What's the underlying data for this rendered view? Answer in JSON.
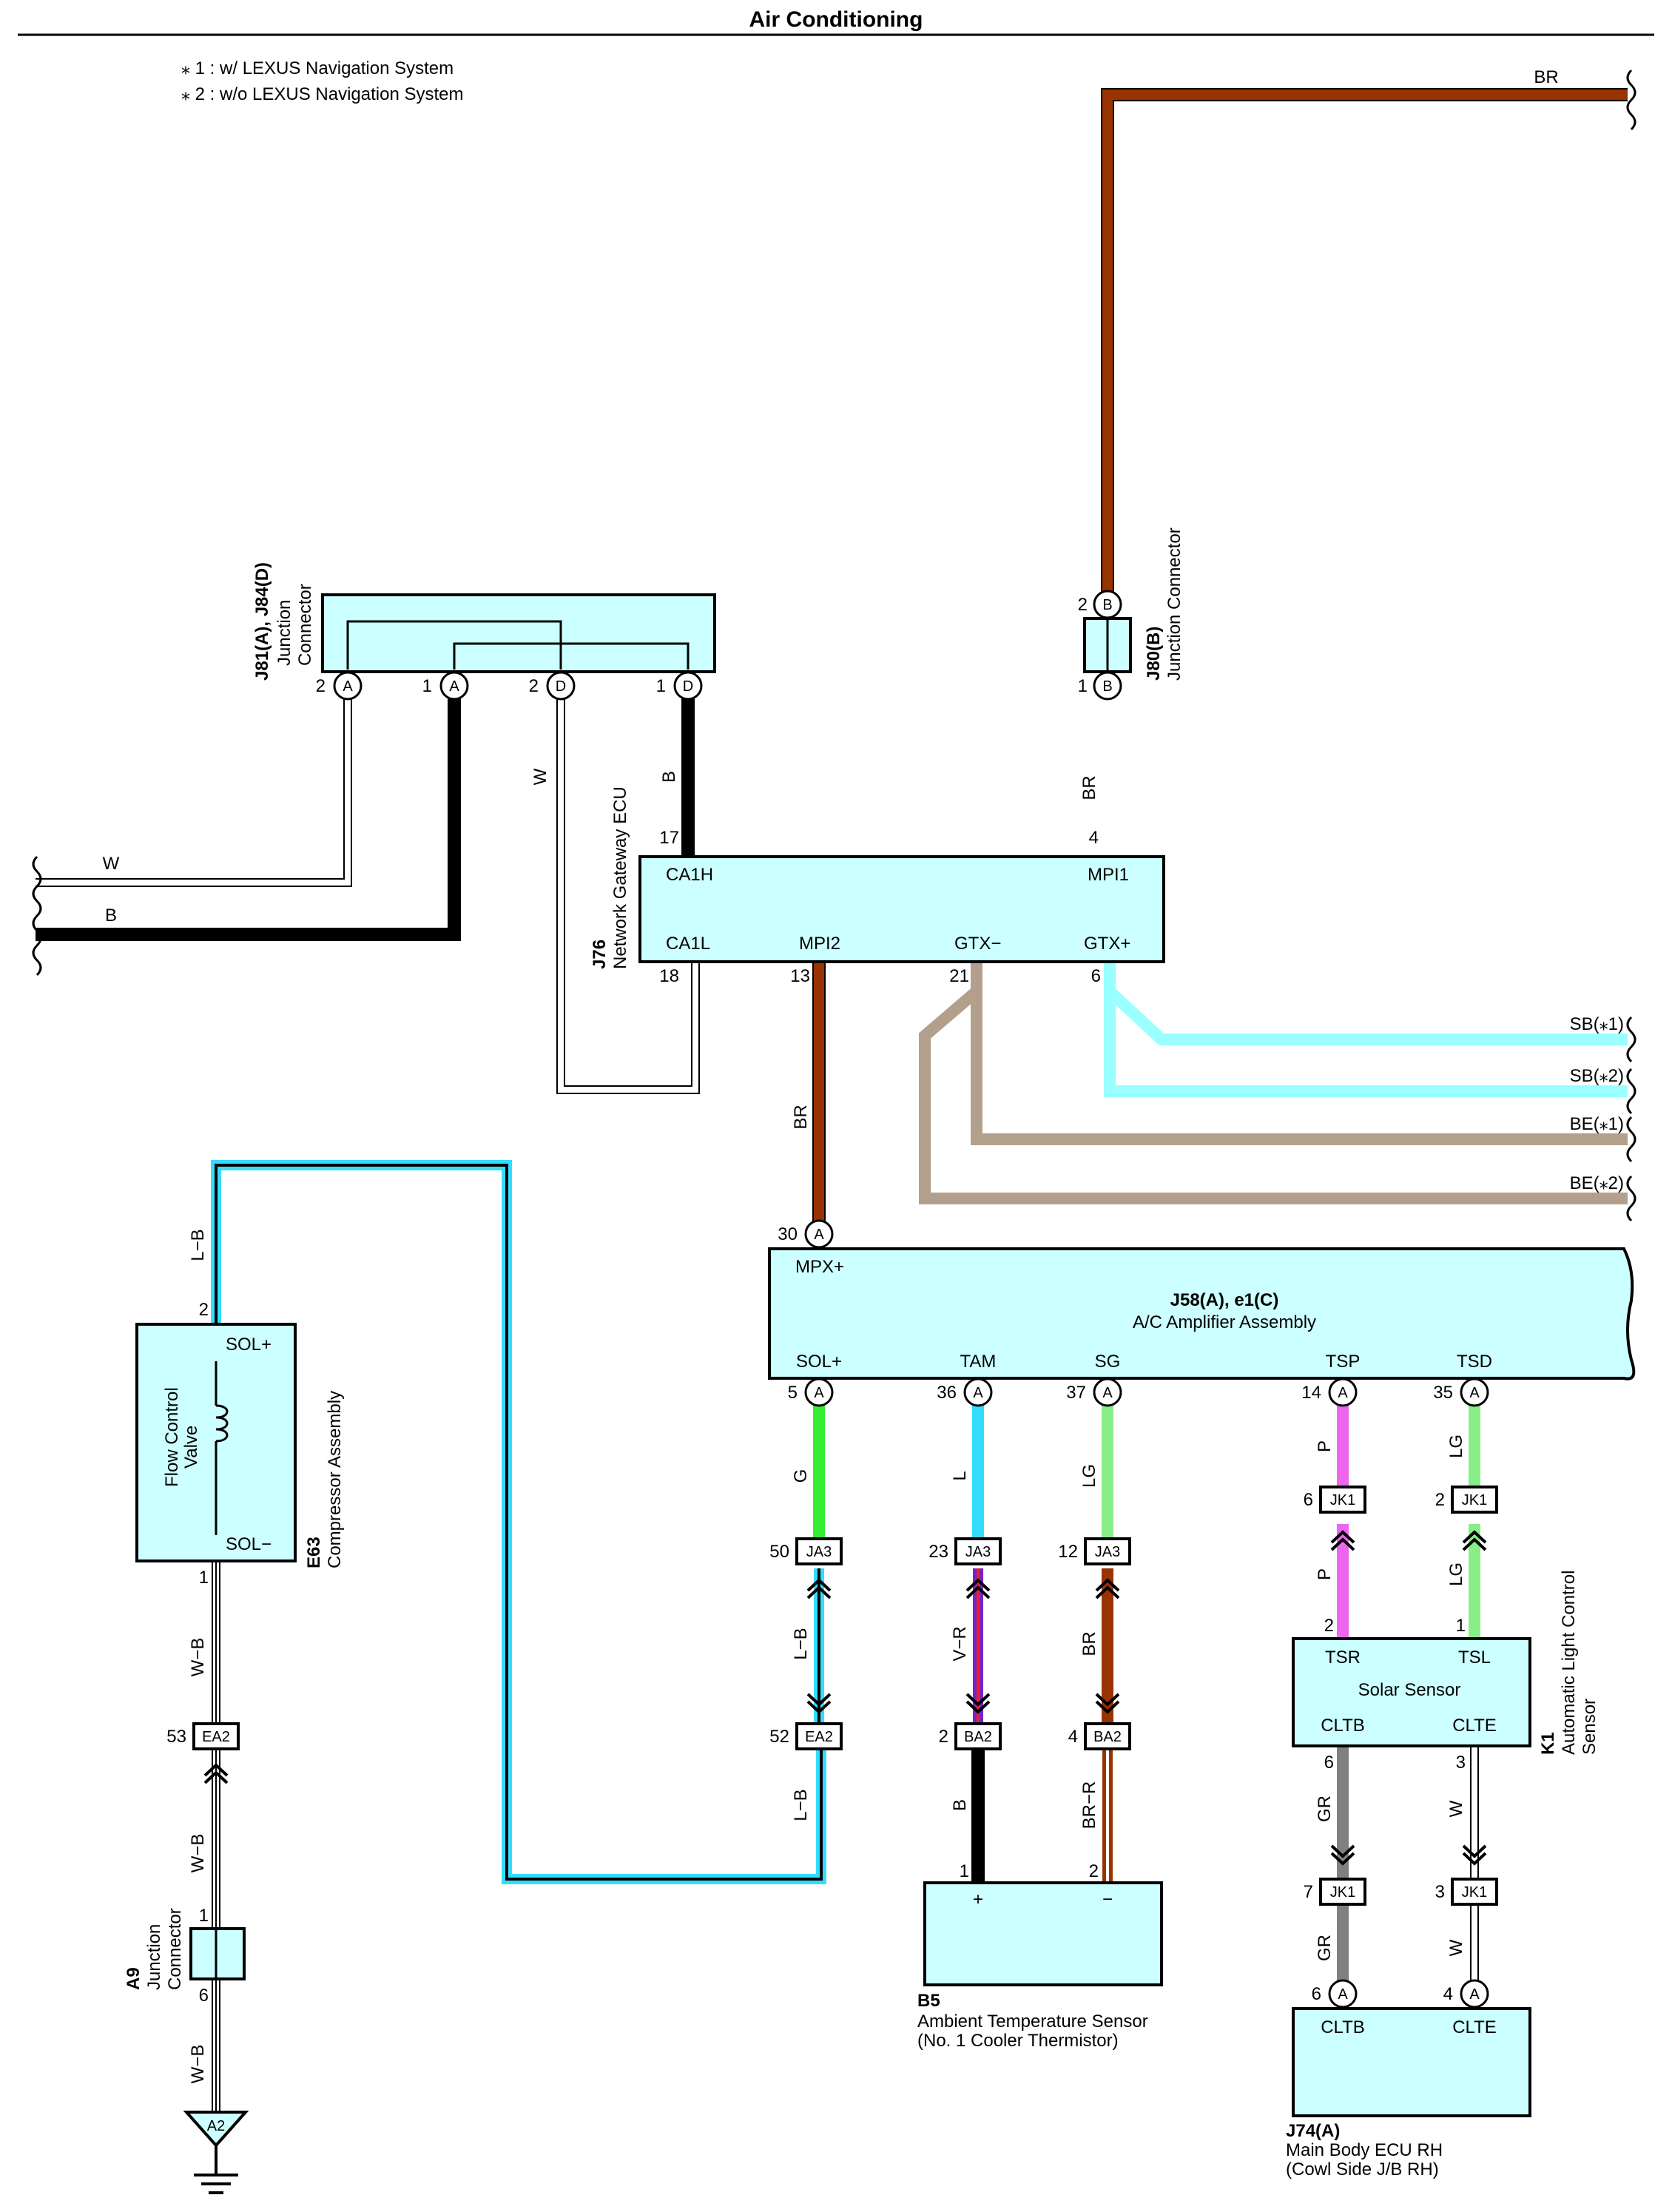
{
  "title": "Air Conditioning",
  "notes": [
    "⁎ 1 : w/ LEXUS Navigation System",
    "⁎ 2 : w/o LEXUS Navigation System"
  ],
  "components": {
    "jc_j81": {
      "code": "J81(A), J84(D)",
      "name1": "Junction",
      "name2": "Connector"
    },
    "j80": {
      "code": "J80(B)",
      "name": "Junction Connector"
    },
    "j76": {
      "code": "J76",
      "name": "Network Gateway ECU",
      "pins": {
        "ca1h": "CA1H",
        "mpi1": "MPI1",
        "ca1l": "CA1L",
        "mpi2": "MPI2",
        "gtxm": "GTX−",
        "gtxp": "GTX+"
      }
    },
    "j58": {
      "code": "J58(A), e1(C)",
      "name": "A/C Amplifier Assembly",
      "pins": {
        "mpx": "MPX+",
        "sol": "SOL+",
        "tam": "TAM",
        "sg": "SG",
        "tsp": "TSP",
        "tsd": "TSD"
      }
    },
    "e63": {
      "code": "E63",
      "name": "Compressor Assembly",
      "inner1": "Flow Control",
      "inner2": "Valve",
      "solp": "SOL+",
      "solm": "SOL−"
    },
    "a9": {
      "code": "A9",
      "name1": "Junction",
      "name2": "Connector"
    },
    "a2": "A2",
    "b5": {
      "code": "B5",
      "name1": "Ambient Temperature Sensor",
      "name2": "(No. 1 Cooler Thermistor)",
      "plus": "+",
      "minus": "−"
    },
    "k1": {
      "code": "K1",
      "name1": "Automatic Light Control",
      "name2": "Sensor",
      "inner": "Solar Sensor",
      "tsr": "TSR",
      "tsl": "TSL",
      "cltb": "CLTB",
      "clte": "CLTE"
    },
    "j74": {
      "code": "J74(A)",
      "name1": "Main Body ECU RH",
      "name2": "(Cowl Side J/B RH)",
      "cltb": "CLTB",
      "clte": "CLTE"
    }
  },
  "wire_labels": {
    "br_top": "BR",
    "br_j80": "BR",
    "w_left": "W",
    "b_left": "B",
    "w_vert": "W",
    "b_vert": "B",
    "br_mpi2": "BR",
    "sb1": "SB(⁎1)",
    "sb2": "SB(⁎2)",
    "be1": "BE(⁎1)",
    "be2": "BE(⁎2)",
    "lb_top": "L−B",
    "g": "G",
    "l": "L",
    "lg1": "LG",
    "p1": "P",
    "lg2": "LG",
    "p2": "P",
    "lg3": "LG",
    "lb1": "L−B",
    "lb2": "L−B",
    "vr": "V−R",
    "br_sg": "BR",
    "b_b5": "B",
    "brr": "BR−R",
    "gr1": "GR",
    "w1": "W",
    "gr2": "GR",
    "w2": "W",
    "wb1": "W−B",
    "wb2": "W−B",
    "wb3": "W−B"
  },
  "connectors": {
    "ja3": "JA3",
    "ea2": "EA2",
    "ba2": "BA2",
    "jk1": "JK1"
  },
  "pins": {
    "j81_2": "2",
    "j81_1": "1",
    "j84_2": "2",
    "j84_1": "1",
    "j80_2": "2",
    "j80_1": "1",
    "j76_17": "17",
    "j76_4": "4",
    "j76_18": "18",
    "j76_13": "13",
    "j76_21": "21",
    "j76_6": "6",
    "j58_30": "30",
    "j58_5": "5",
    "j58_36": "36",
    "j58_37": "37",
    "j58_14": "14",
    "j58_35": "35",
    "ja3_50": "50",
    "ja3_23": "23",
    "ja3_12": "12",
    "ea2_52": "52",
    "ba2_2": "2",
    "ba2_4": "4",
    "jk1_6": "6",
    "jk1_2": "2",
    "k1_2": "2",
    "k1_1": "1",
    "k1_6": "6",
    "k1_3": "3",
    "jk1_7": "7",
    "jk1_3": "3",
    "j74_6": "6",
    "j74_4": "4",
    "b5_1": "1",
    "b5_2": "2",
    "e63_2": "2",
    "e63_1": "1",
    "ea2_53": "53",
    "a9_1": "1",
    "a9_6": "6"
  },
  "pin_letters": {
    "a": "A",
    "b": "B",
    "d": "D"
  },
  "wire_colors": {
    "brown": "#993300",
    "black": "#000000",
    "sky": "#99ffff",
    "tan": "#b3a08c",
    "green": "#33ee33",
    "cyan": "#33ddff",
    "lightgreen": "#88ee88",
    "pink": "#ee66ee",
    "gray": "#808080",
    "white": "#ffffff",
    "box_fill": "#ccffff"
  }
}
